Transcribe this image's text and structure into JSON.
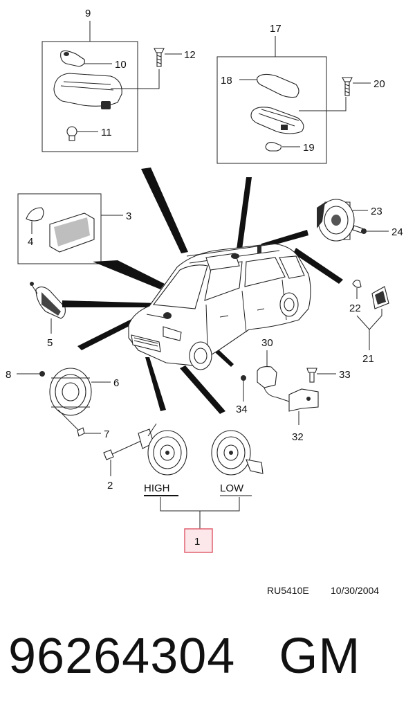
{
  "callouts": {
    "c1": "1",
    "c2": "2",
    "c3": "3",
    "c4": "4",
    "c5": "5",
    "c6": "6",
    "c7": "7",
    "c8": "8",
    "c9": "9",
    "c10": "10",
    "c11": "11",
    "c12": "12",
    "c17": "17",
    "c18": "18",
    "c19": "19",
    "c20": "20",
    "c21": "21",
    "c22": "22",
    "c23": "23",
    "c24": "24",
    "c30": "30",
    "c32": "32",
    "c33": "33",
    "c34": "34"
  },
  "horn_labels": {
    "high": "HIGH",
    "low": "LOW"
  },
  "reference": {
    "code": "RU5410E",
    "date": "10/30/2004"
  },
  "part_number": {
    "number": "96264304",
    "brand": "GM"
  },
  "colors": {
    "ink": "#222222",
    "highlight": "#e06070",
    "highlight_fill": "#fce8ea"
  }
}
